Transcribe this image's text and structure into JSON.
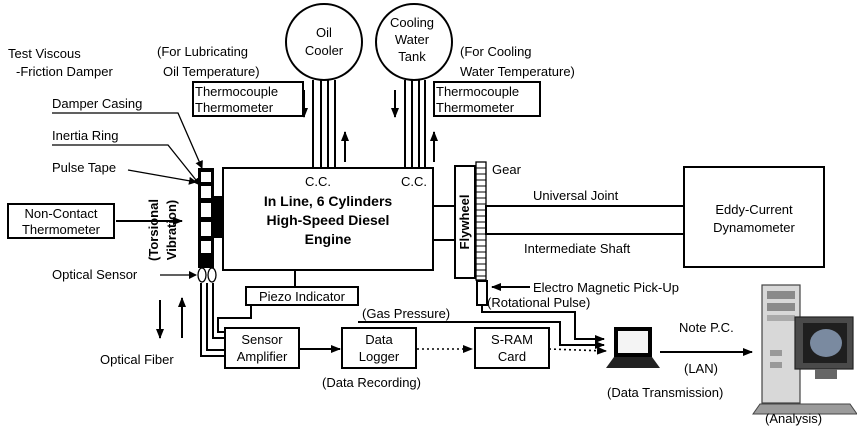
{
  "labels": {
    "test_damper": [
      "Test Viscous",
      "-Friction Damper"
    ],
    "lub_temp": [
      "(For Lubricating",
      "Oil Temperature)"
    ],
    "oil_cooler": [
      "Oil",
      "Cooler"
    ],
    "cooling_tank": [
      "Cooling",
      "Water",
      "Tank"
    ],
    "cool_temp": [
      "(For Cooling",
      "Water Temperature)"
    ],
    "thermocouple": [
      "Thermocouple",
      "Thermometer"
    ],
    "damper_casing": "Damper Casing",
    "inertia_ring": "Inertia Ring",
    "pulse_tape": "Pulse Tape",
    "cc": "C.C.",
    "engine": [
      "In Line, 6 Cylinders",
      "High-Speed Diesel",
      "Engine"
    ],
    "gear": "Gear",
    "flywheel": "Flywheel",
    "universal_joint": "Universal Joint",
    "intermediate_shaft": "Intermediate Shaft",
    "dynamometer": [
      "Eddy-Current",
      "Dynamometer"
    ],
    "non_contact": [
      "Non-Contact",
      "Thermometer"
    ],
    "torsional": [
      "(Torsional",
      "Vibration)"
    ],
    "optical_sensor": "Optical Sensor",
    "piezo": "Piezo Indicator",
    "gas_pressure": "(Gas Pressure)",
    "pickup": "Electro Magnetic Pick-Up",
    "rotational_pulse": "(Rotational Pulse)",
    "optical_fiber": "Optical Fiber",
    "sensor_amp": [
      "Sensor",
      "Amplifier"
    ],
    "data_logger": [
      "Data",
      "Logger"
    ],
    "data_recording": "(Data Recording)",
    "sram": [
      "S-RAM",
      "Card"
    ],
    "note_pc": "Note P.C.",
    "lan": "(LAN)",
    "data_transmission": "(Data Transmission)",
    "analysis": "(Analysis)"
  }
}
